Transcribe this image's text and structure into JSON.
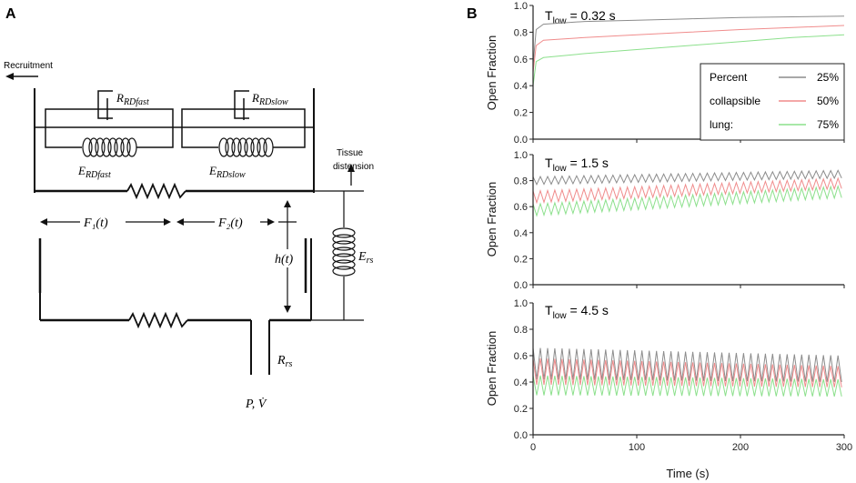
{
  "panel_a": {
    "label": "A",
    "recruitment": "Recruitment",
    "tissue_line1": "Tissue",
    "tissue_line2": "distension",
    "r_rdfast_main": "R",
    "r_rdfast_sub": "RDfast",
    "r_rdslow_main": "R",
    "r_rdslow_sub": "RDslow",
    "e_rdfast_main": "E",
    "e_rdfast_sub": "RDfast",
    "e_rdslow_main": "E",
    "e_rdslow_sub": "RDslow",
    "f1": "F₁(t)",
    "f2": "F₂(t)",
    "h": "h(t)",
    "e_rs_main": "E",
    "e_rs_sub": "rs",
    "r_rs_main": "R",
    "r_rs_sub": "rs",
    "pv": "P, V̇"
  },
  "panel_b": {
    "label": "B",
    "xlabel": "Time (s)",
    "ylabel": "Open Fraction",
    "legend": {
      "title_line1": "Percent",
      "title_line2": "collapsible",
      "title_line3": "lung:",
      "entries": [
        "25%",
        "50%",
        "75%"
      ]
    },
    "colors": {
      "25%": "#8c8c8c",
      "50%": "#f08c8c",
      "75%": "#8ce08c",
      "axis": "#222222"
    }
  },
  "chart_data": [
    {
      "type": "line",
      "title_main": "T",
      "title_sub": "low",
      "title_rest": " = 0.32 s",
      "xlim": [
        0,
        300
      ],
      "ylim": [
        0.0,
        1.0
      ],
      "yticks": [
        "0.0",
        "0.2",
        "0.4",
        "0.6",
        "0.8",
        "1.0"
      ],
      "xticks": [
        "0",
        "100",
        "200",
        "300"
      ],
      "series": [
        {
          "name": "25%",
          "x": [
            0,
            3,
            10,
            50,
            100,
            150,
            200,
            250,
            300
          ],
          "y": [
            0.55,
            0.82,
            0.86,
            0.88,
            0.89,
            0.9,
            0.91,
            0.915,
            0.92
          ]
        },
        {
          "name": "50%",
          "x": [
            0,
            3,
            10,
            50,
            100,
            150,
            200,
            250,
            300
          ],
          "y": [
            0.5,
            0.7,
            0.74,
            0.76,
            0.78,
            0.8,
            0.82,
            0.835,
            0.85
          ]
        },
        {
          "name": "75%",
          "x": [
            0,
            3,
            10,
            50,
            100,
            150,
            200,
            250,
            300
          ],
          "y": [
            0.4,
            0.58,
            0.61,
            0.64,
            0.67,
            0.7,
            0.73,
            0.76,
            0.78
          ]
        }
      ]
    },
    {
      "type": "line",
      "title_main": "T",
      "title_sub": "low",
      "title_rest": " = 1.5 s",
      "xlim": [
        0,
        300
      ],
      "ylim": [
        0.0,
        1.0
      ],
      "yticks": [
        "0.0",
        "0.2",
        "0.4",
        "0.6",
        "0.8",
        "1.0"
      ],
      "xticks": [
        "0",
        "100",
        "200",
        "300"
      ],
      "oscillation_period_s": 7,
      "series": [
        {
          "name": "25%",
          "x": [
            0,
            300
          ],
          "upper": [
            0.83,
            0.88
          ],
          "lower": [
            0.77,
            0.82
          ]
        },
        {
          "name": "50%",
          "x": [
            0,
            300
          ],
          "upper": [
            0.72,
            0.82
          ],
          "lower": [
            0.63,
            0.74
          ]
        },
        {
          "name": "75%",
          "x": [
            0,
            300
          ],
          "upper": [
            0.62,
            0.76
          ],
          "lower": [
            0.53,
            0.67
          ]
        }
      ]
    },
    {
      "type": "line",
      "title_main": "T",
      "title_sub": "low",
      "title_rest": " = 4.5 s",
      "xlim": [
        0,
        300
      ],
      "ylim": [
        0.0,
        1.0
      ],
      "yticks": [
        "0.0",
        "0.2",
        "0.4",
        "0.6",
        "0.8",
        "1.0"
      ],
      "xticks": [
        "0",
        "100",
        "200",
        "300"
      ],
      "oscillation_period_s": 7,
      "series": [
        {
          "name": "25%",
          "x": [
            0,
            300
          ],
          "upper": [
            0.66,
            0.6
          ],
          "lower": [
            0.42,
            0.4
          ]
        },
        {
          "name": "50%",
          "x": [
            0,
            300
          ],
          "upper": [
            0.58,
            0.52
          ],
          "lower": [
            0.38,
            0.36
          ]
        },
        {
          "name": "75%",
          "x": [
            0,
            300
          ],
          "upper": [
            0.45,
            0.42
          ],
          "lower": [
            0.3,
            0.29
          ]
        }
      ]
    }
  ]
}
